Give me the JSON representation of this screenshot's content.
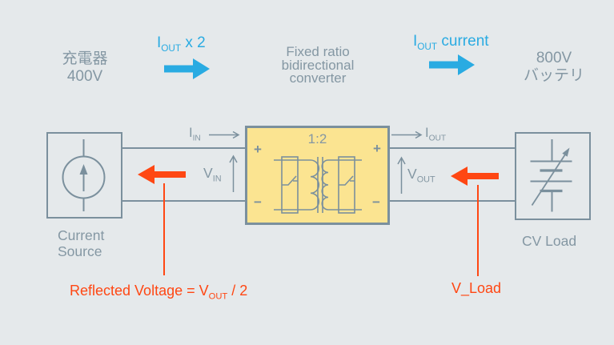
{
  "colors": {
    "background": "#E5E9EB",
    "line_gray": "#7B909D",
    "text_gray": "#8497A3",
    "accent_blue": "#29ABE2",
    "accent_red": "#FF4713",
    "converter_fill": "#FBE491"
  },
  "top": {
    "charger": {
      "line1": "充電器",
      "line2": "400V"
    },
    "arrow1_label": {
      "main": "I",
      "sub": "OUT",
      "suffix": " x 2"
    },
    "converter": {
      "line1": "Fixed ratio",
      "line2": "bidirectional",
      "line3": "converter"
    },
    "arrow2_label": {
      "main": "I",
      "sub": "OUT",
      "suffix": " current"
    },
    "battery": {
      "line1": "800V",
      "line2": "バッテリ"
    }
  },
  "circuit": {
    "ratio_label": "1:2",
    "plus": "+",
    "minus": "−",
    "i_in": {
      "main": "I",
      "sub": "IN"
    },
    "v_in": {
      "main": "V",
      "sub": "IN"
    },
    "i_out": {
      "main": "I",
      "sub": "OUT"
    },
    "v_out": {
      "main": "V",
      "sub": "OUT"
    },
    "current_source": {
      "line1": "Current",
      "line2": "Source"
    },
    "cv_load": "CV Load"
  },
  "annotations": {
    "reflected": {
      "prefix": "Reflected Voltage = ",
      "main": "V",
      "sub": "OUT",
      "suffix": " / 2"
    },
    "v_load": "V_Load"
  }
}
